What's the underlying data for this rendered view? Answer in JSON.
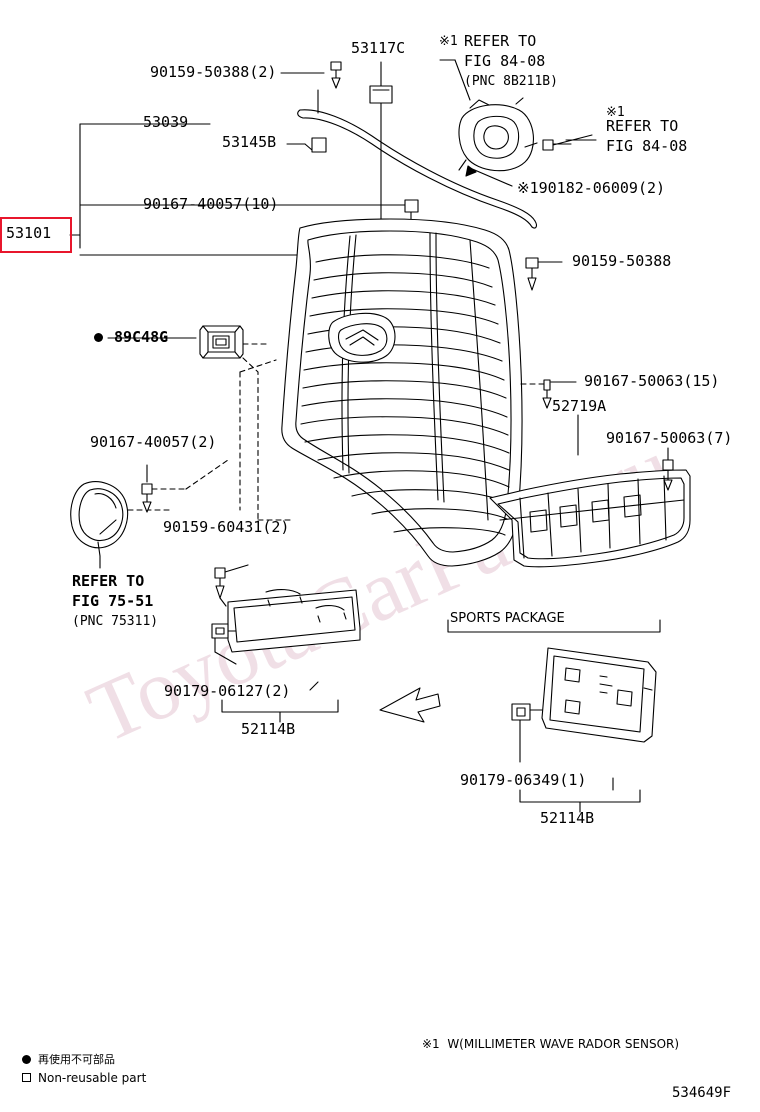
{
  "diagram": {
    "watermark": "ToyotaCarParts.ru",
    "figure_code": "534649F",
    "highlight_color": "#e8162c",
    "highlighted_part": "53101"
  },
  "labels": {
    "p53117C": "53117C",
    "p90159_50388_2": "90159-50388(2)",
    "refer_84_08_a_line1": "REFER TO",
    "refer_84_08_a_line2": "FIG 84-08",
    "refer_84_08_a_line3": "(PNC 8B211B)",
    "refer_84_08_a_mark": "※1",
    "refer_84_08_b_line1": "REFER TO",
    "refer_84_08_b_line2": "FIG 84-08",
    "refer_84_08_b_mark": "※1",
    "p53039": "53039",
    "p53145B": "53145B",
    "p90182_06009_2": "※190182-06009(2)",
    "p90167_40057_10": "90167-40057(10)",
    "p53101": "53101",
    "p90159_50388": "90159-50388",
    "p89C48G": "89C48G",
    "p90167_50063_15": "90167-50063(15)",
    "p52719A": "52719A",
    "p90167_50063_7": "90167-50063(7)",
    "p90167_40057_2": "90167-40057(2)",
    "refer_75_51_line1": "REFER TO",
    "refer_75_51_line2": "FIG 75-51",
    "refer_75_51_line3": "(PNC 75311)",
    "p90159_60431_2": "90159-60431(2)",
    "p90179_06127_2": "90179-06127(2)",
    "p52114B_left": "52114B",
    "sports_package": "SPORTS PACKAGE",
    "p90179_06349_1": "90179-06349(1)",
    "p52114B_right": "52114B",
    "legend_note": "※1  W(MILLIMETER WAVE RADOR SENSOR)",
    "legend_cjk": "再使用不可部品",
    "legend_en": "Non-reusable part"
  }
}
